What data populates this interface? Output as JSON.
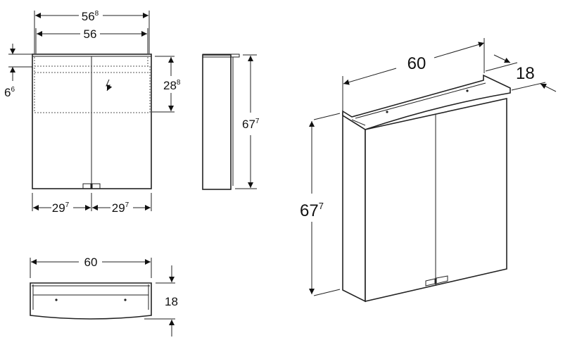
{
  "front_view": {
    "width_outer": {
      "main": "56",
      "sup": "8"
    },
    "width_inner": {
      "main": "56"
    },
    "top_offset": {
      "main": "6",
      "sup": "6"
    },
    "light_zone_height": {
      "main": "28",
      "sup": "8"
    },
    "door_left_width": {
      "main": "29",
      "sup": "7"
    },
    "door_right_width": {
      "main": "29",
      "sup": "7"
    }
  },
  "side_view": {
    "height": {
      "main": "67",
      "sup": "7"
    }
  },
  "top_view": {
    "width": {
      "main": "60"
    },
    "depth": {
      "main": "18"
    }
  },
  "iso_view": {
    "width": {
      "main": "60"
    },
    "depth": {
      "main": "18"
    },
    "height": {
      "main": "67",
      "sup": "7"
    }
  },
  "icons": {
    "power": "electrical-connection-icon"
  }
}
